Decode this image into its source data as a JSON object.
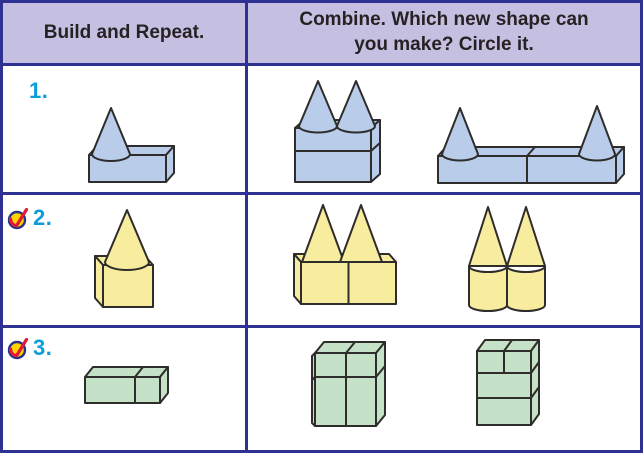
{
  "title": "Build and Repeat worksheet",
  "header": {
    "col1": "Build and Repeat.",
    "col2": "Combine. Which new shape can you make? Circle it."
  },
  "rows": [
    {
      "number": "1.",
      "checked": false,
      "build_shape": "blue cone on a blue rectangular prism",
      "options": [
        "two blue cones on two stacked rectangular prisms",
        "two blue cones on two rectangular prisms in a row"
      ]
    },
    {
      "number": "2.",
      "checked": true,
      "build_shape": "yellow cone on a yellow cube",
      "options": [
        "two yellow cones on two cubes side by side",
        "two yellow cones on two cylinders side by side"
      ]
    },
    {
      "number": "3.",
      "checked": true,
      "build_shape": "green rectangular prism made of a long prism and a cube",
      "options": [
        "tall green block made of four prisms in a 2 by 2 arrangement",
        "tall green block made of stacked prisms with two cubes on top"
      ]
    }
  ],
  "icons": {
    "check_badge": "red-check-in-yellow-circle"
  },
  "colors": {
    "page_bg": "#ffffff",
    "navy": "#2e3192",
    "soft_edge": "#bdb7dd",
    "lavender": "#c5c0e2",
    "header_text": "#262223",
    "num_blue": "#0d9ddb",
    "blue": "#b9cdeb",
    "yellow": "#f8ec9e",
    "green": "#c5e2c8",
    "outline": "#2e2d2b",
    "check_red": "#e31837",
    "check_yellow": "#ffd200",
    "check_ring": "#27348b"
  }
}
